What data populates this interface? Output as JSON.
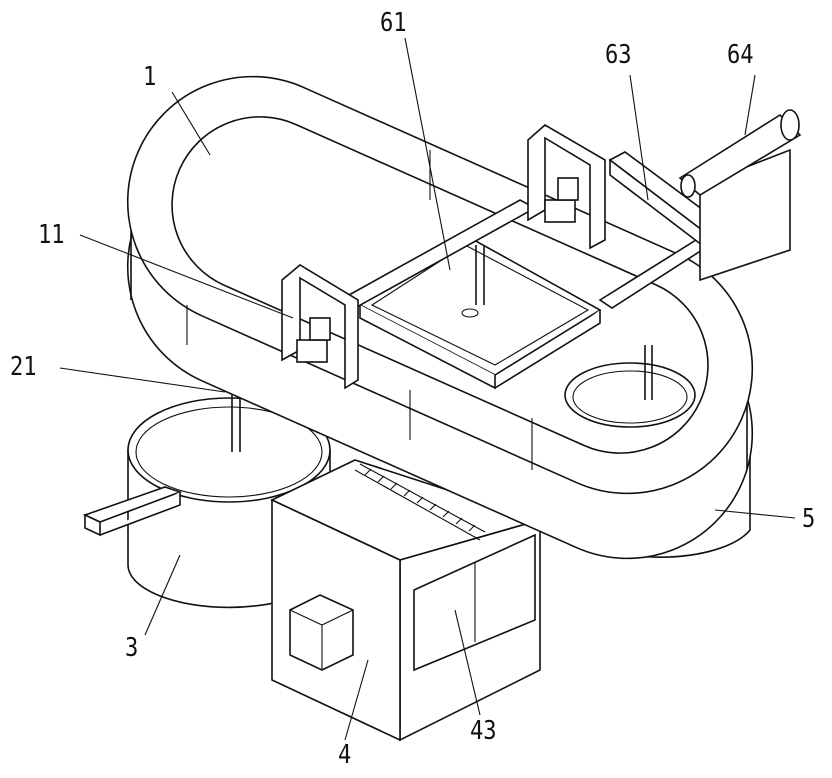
{
  "figure": {
    "labels": {
      "track": "1",
      "plate": "61",
      "slide_block": "63",
      "cylinder": "64",
      "gantry": "11",
      "rod": "21",
      "tank_left": "3",
      "box": "4",
      "door": "43",
      "tank_right": "5"
    }
  }
}
